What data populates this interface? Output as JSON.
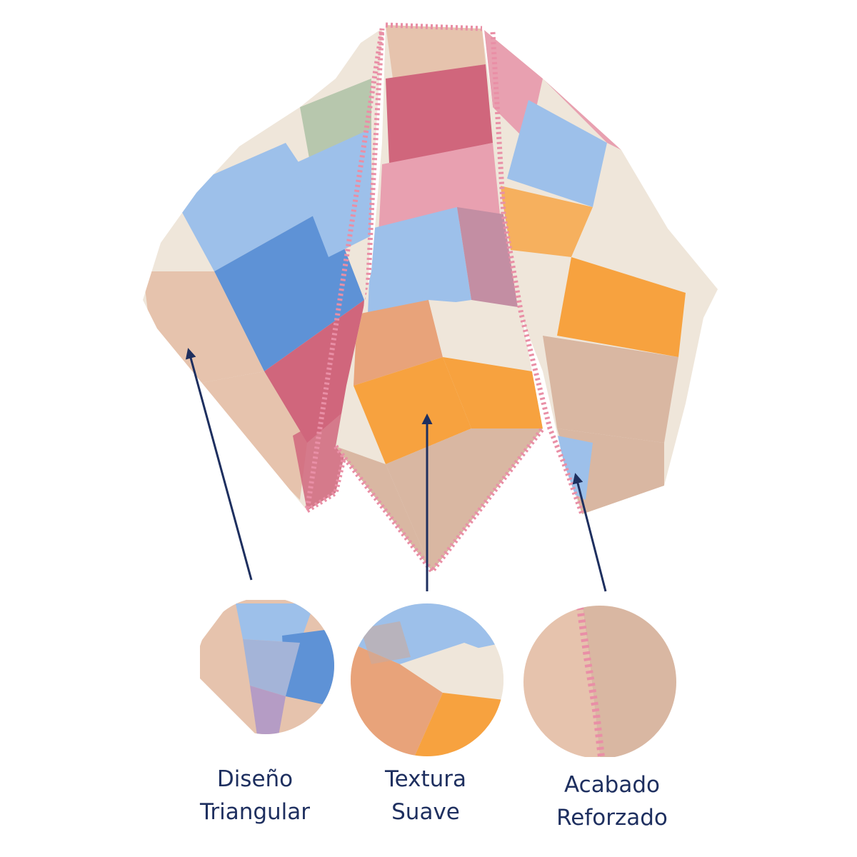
{
  "colors": {
    "blue": "#6e9fdc",
    "light_blue": "#9dc0ea",
    "cream": "#efe6da",
    "peach": "#e6c3ad",
    "tan": "#d9b7a2",
    "orange": "#f7a23f",
    "rose": "#d0667c",
    "pink_stitch": "#e98fa6",
    "sage": "#b7c7ad",
    "arrow": "#1e2f5f",
    "caption_text": "#1e2f5f"
  },
  "features": [
    {
      "line1": "Diseño",
      "line2": "Triangular",
      "icon": "triangular-corner-closeup"
    },
    {
      "line1": "Textura",
      "line2": "Suave",
      "icon": "soft-texture-closeup"
    },
    {
      "line1": "Acabado",
      "line2": "Reforzado",
      "icon": "stitched-edge-closeup"
    }
  ]
}
